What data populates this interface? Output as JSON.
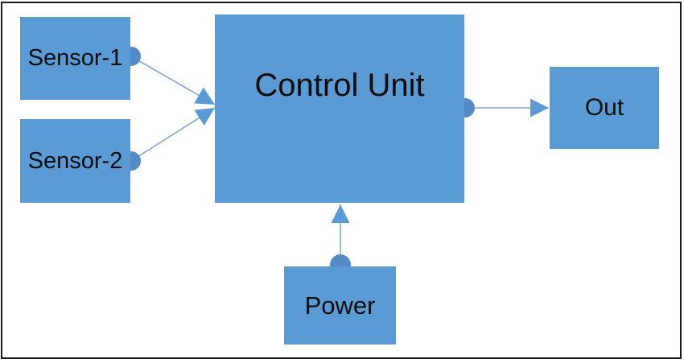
{
  "diagram": {
    "type": "block-diagram",
    "colors": {
      "background": "#ffffff",
      "frame_border": "#1c1c1c",
      "node_fill": "#5b9bd5",
      "connector": "#7fa8dc",
      "dot": "#548bc6",
      "arrowhead": "#5b9bd5",
      "text": "#0d0d0d"
    },
    "nodes": {
      "sensor1": {
        "label": "Sensor-1"
      },
      "sensor2": {
        "label": "Sensor-2"
      },
      "control_unit": {
        "label": "Control Unit"
      },
      "out": {
        "label": "Out"
      },
      "power": {
        "label": "Power"
      }
    },
    "connections": [
      {
        "from": "Sensor-1",
        "to": "Control Unit"
      },
      {
        "from": "Sensor-2",
        "to": "Control Unit"
      },
      {
        "from": "Control Unit",
        "to": "Out"
      },
      {
        "from": "Power",
        "to": "Control Unit"
      }
    ]
  }
}
